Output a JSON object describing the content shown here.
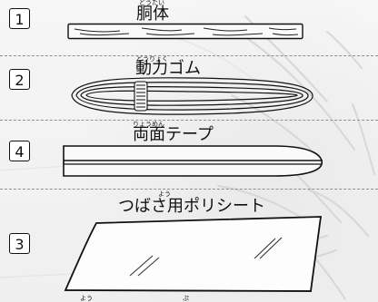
{
  "items": [
    {
      "number": "1",
      "ruby": "どうたい",
      "name": "胴体"
    },
    {
      "number": "2",
      "ruby": "どうりょく",
      "name": "動力ゴム"
    },
    {
      "number": "4",
      "ruby": "りょうめん",
      "name": "両面テープ"
    },
    {
      "number": "3",
      "ruby": "よう",
      "name": "つばさ用ポリシート"
    }
  ],
  "bottom_marks": {
    "left": "よう",
    "right": "ぷ"
  }
}
